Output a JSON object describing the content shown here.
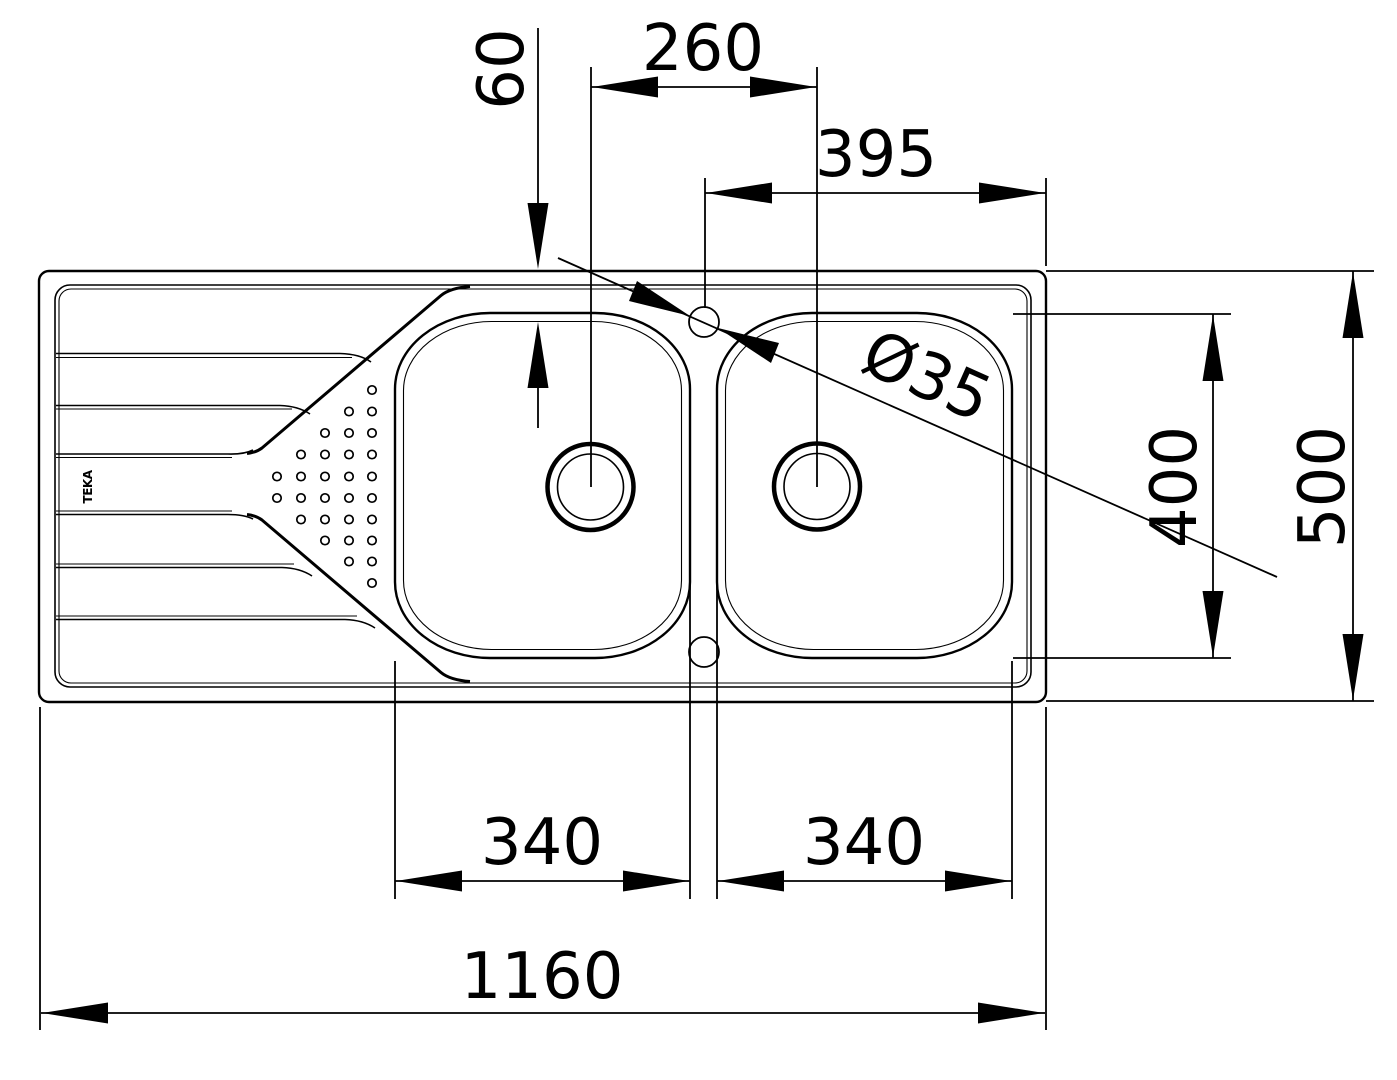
{
  "drawing": {
    "type": "sink-technical-drawing-top-view",
    "labels": {
      "rim_to_bowl": "60",
      "drain_centers": "260",
      "faucet_to_right_edge": "395",
      "hole_diameter": "Ø35",
      "bowl_length": "400",
      "overall_depth": "500",
      "left_bowl_width": "340",
      "right_bowl_width": "340",
      "overall_width": "1160",
      "brand": "TEKA"
    },
    "colors": {
      "line": "#000000",
      "background": "#ffffff"
    }
  }
}
